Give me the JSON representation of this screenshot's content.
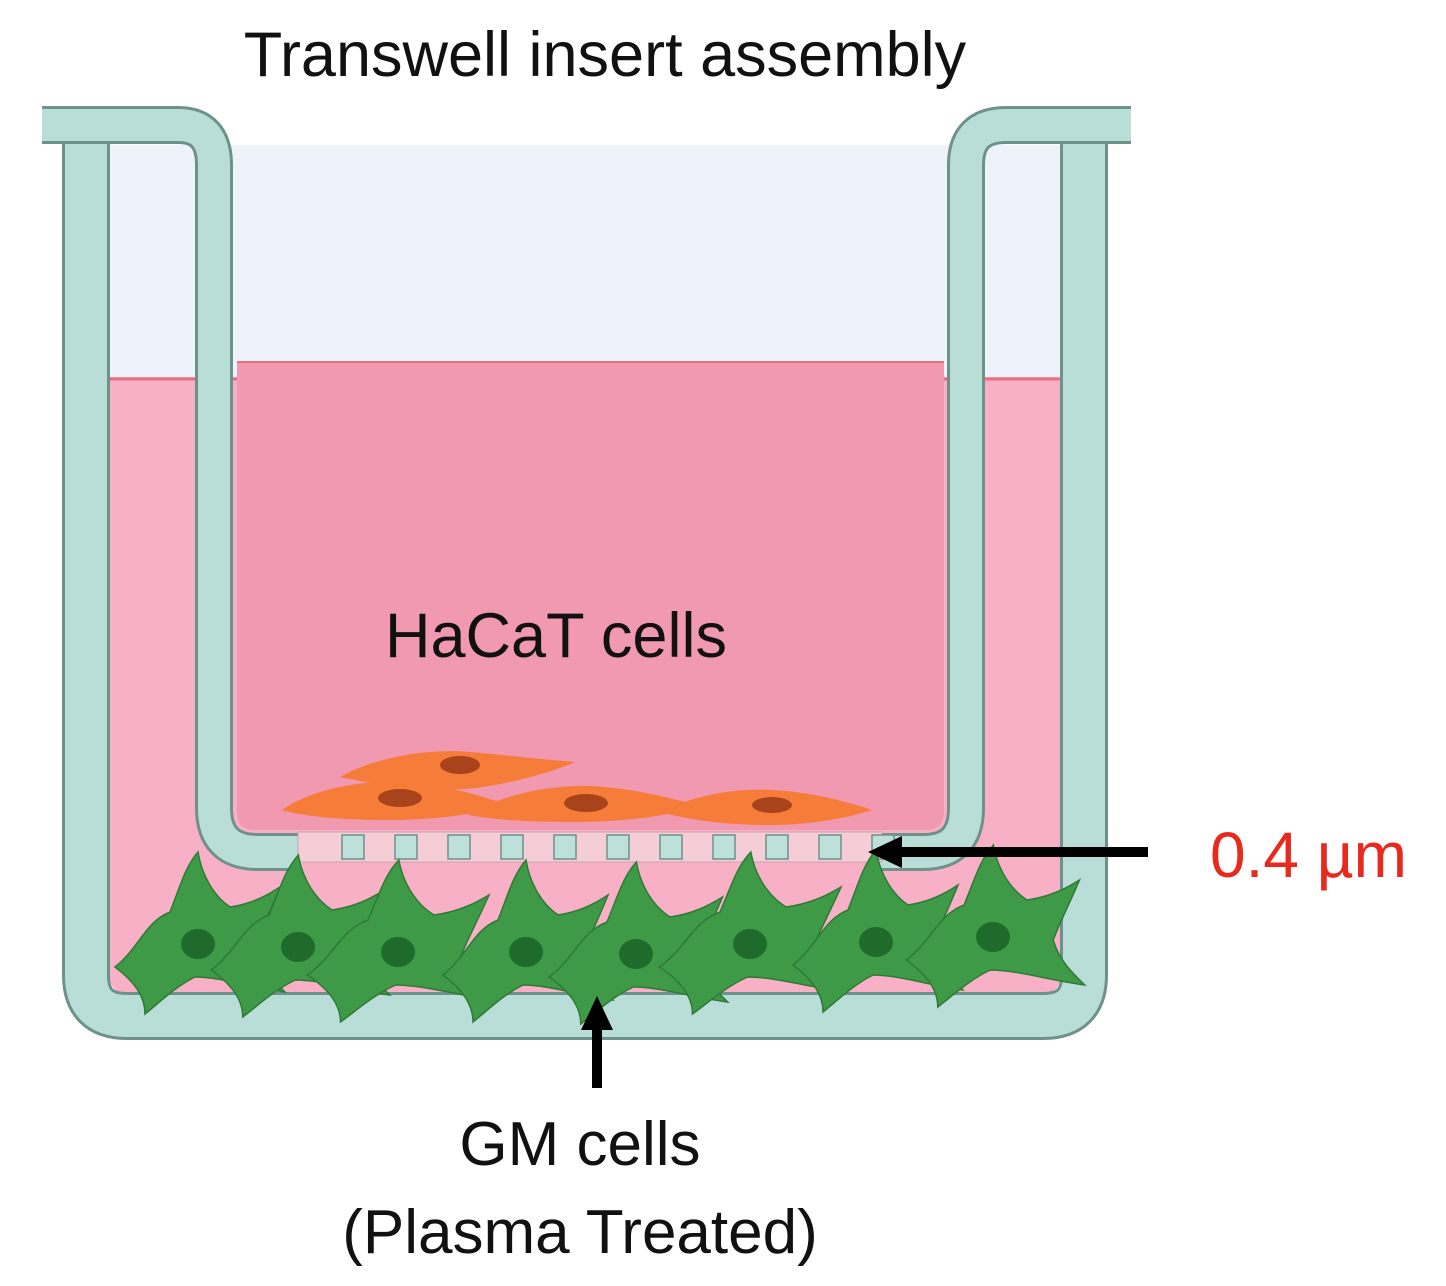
{
  "labels": {
    "title": "Transwell insert assembly",
    "insert_cells": "HaCaT cells",
    "pore_size": "0.4 µm",
    "bottom_cells_line1": "GM cells",
    "bottom_cells_line2": "(Plasma Treated)"
  },
  "colors": {
    "vessel_fill": "#b9ded8",
    "vessel_stroke": "#6f918b",
    "headspace": "#eef3fb",
    "outer_medium": "#f8b0c6",
    "medium_line": "#e8707e",
    "insert_medium": "#f099b0",
    "membrane": "#f4cdd6",
    "pore": "#bde0db",
    "haCaT_cell": "#f67c39",
    "haCaT_nucleus": "#a9431c",
    "gm_cell": "#3f9a48",
    "gm_nucleus": "#1f6b2b",
    "pore_label": "#e8291d",
    "text": "#111111",
    "arrow": "#000000"
  }
}
